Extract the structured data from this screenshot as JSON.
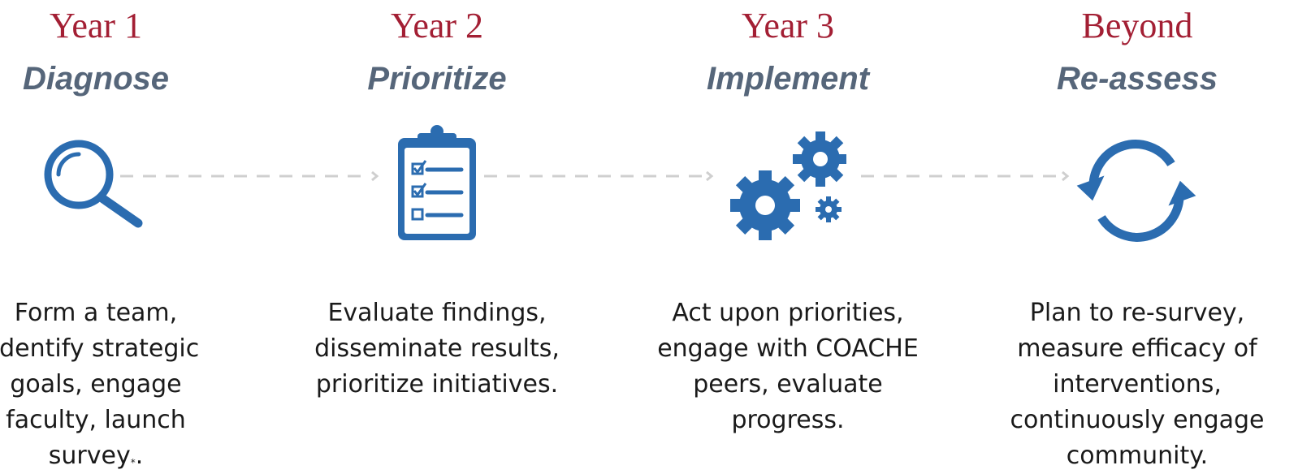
{
  "colors": {
    "year": "#a31f34",
    "phase": "#56667a",
    "icon": "#2b6cb0",
    "connector": "#cfcfcf",
    "text": "#1a1a1a"
  },
  "steps": [
    {
      "year": "Year 1",
      "phase": "Diagnose",
      "icon": "magnifier-icon",
      "description": "Form a team,\nidentify strategic\ngoals, engage\nfaculty, launch\nsurvey",
      "footnote_mark": "*",
      "description_end": "."
    },
    {
      "year": "Year 2",
      "phase": "Prioritize",
      "icon": "clipboard-checklist-icon",
      "description": "Evaluate findings,\ndisseminate results,\nprioritize initiatives."
    },
    {
      "year": "Year 3",
      "phase": "Implement",
      "icon": "gears-icon",
      "description": "Act upon priorities,\nengage with COACHE\npeers, evaluate\nprogress."
    },
    {
      "year": "Beyond",
      "phase": "Re-assess",
      "icon": "refresh-cycle-icon",
      "description": "Plan to re-survey,\nmeasure efficacy of\ninterventions,\ncontinuously engage\ncommunity."
    }
  ]
}
